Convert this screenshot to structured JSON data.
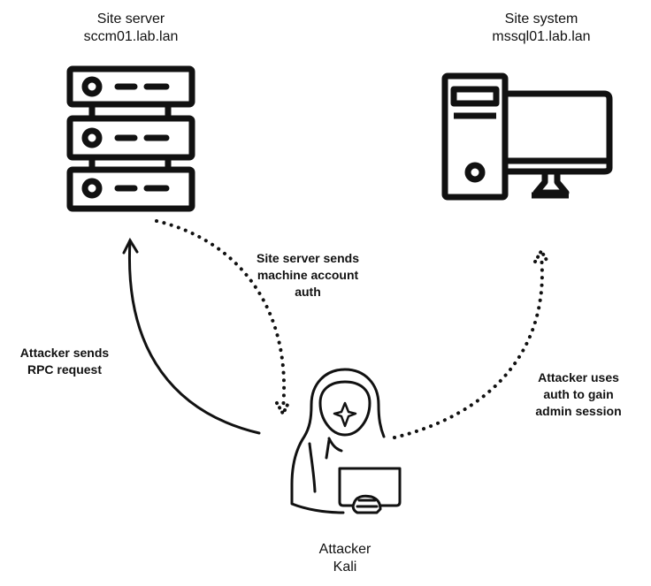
{
  "nodes": {
    "site_server": {
      "role": "Site server",
      "host": "sccm01.lab.lan"
    },
    "site_system": {
      "role": "Site system",
      "host": "mssql01.lab.lan"
    },
    "attacker": {
      "role": "Attacker",
      "host": "Kali"
    }
  },
  "edges": {
    "rpc_request": {
      "line1": "Attacker sends",
      "line2": "RPC request"
    },
    "machine_auth": {
      "line1": "Site server sends",
      "line2": "machine account",
      "line3": "auth"
    },
    "admin_session": {
      "line1": "Attacker uses",
      "line2": "auth to gain",
      "line3": "admin session"
    }
  },
  "icons": {
    "site_server": "server-rack-icon",
    "site_system": "desktop-computer-icon",
    "attacker": "hooded-hacker-laptop-icon"
  }
}
